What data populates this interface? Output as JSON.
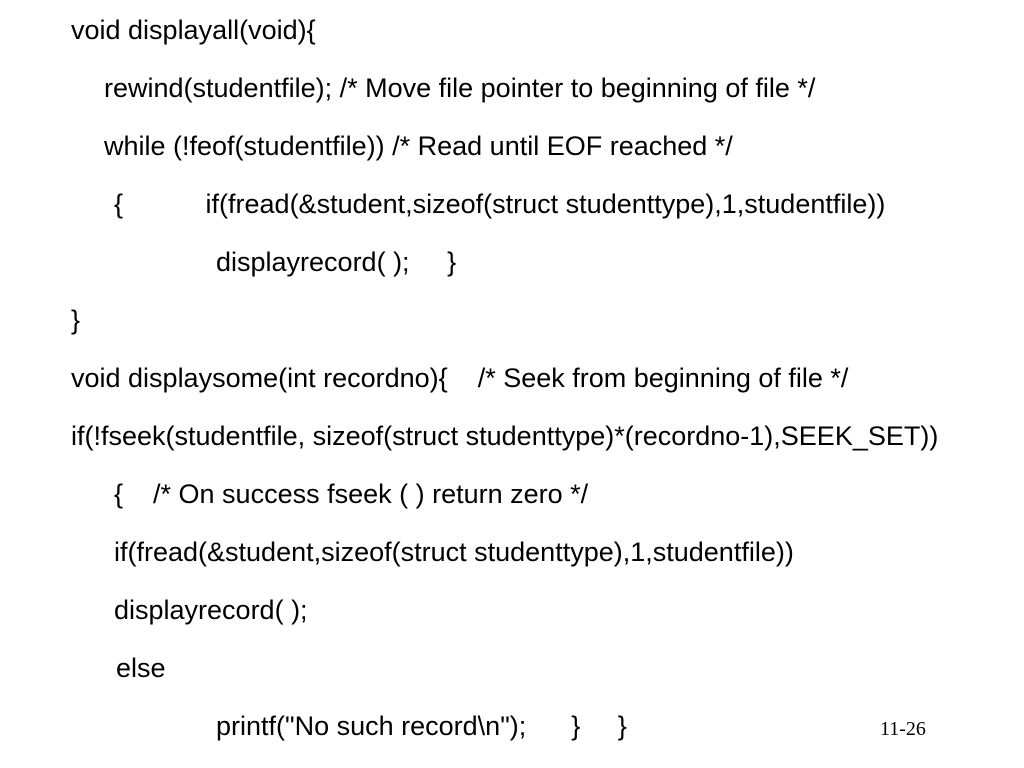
{
  "code": {
    "lines": [
      "void displayall(void){",
      "rewind(studentfile); /* Move file pointer to beginning of file */",
      "while (!feof(studentfile)) /* Read until EOF reached */",
      "{           if(fread(&student,sizeof(struct studenttype),1,studentfile))",
      "displayrecord( );     }",
      "}",
      "void displaysome(int recordno){    /* Seek from beginning of file */",
      "if(!fseek(studentfile, sizeof(struct studenttype)*(recordno-1),SEEK_SET))",
      "{    /* On success fseek ( ) return zero */",
      "if(fread(&student,sizeof(struct studenttype),1,studentfile))",
      "displayrecord( );",
      "else",
      "printf(\"No such record\\n\");      }     }"
    ]
  },
  "slide_number": "11-26"
}
